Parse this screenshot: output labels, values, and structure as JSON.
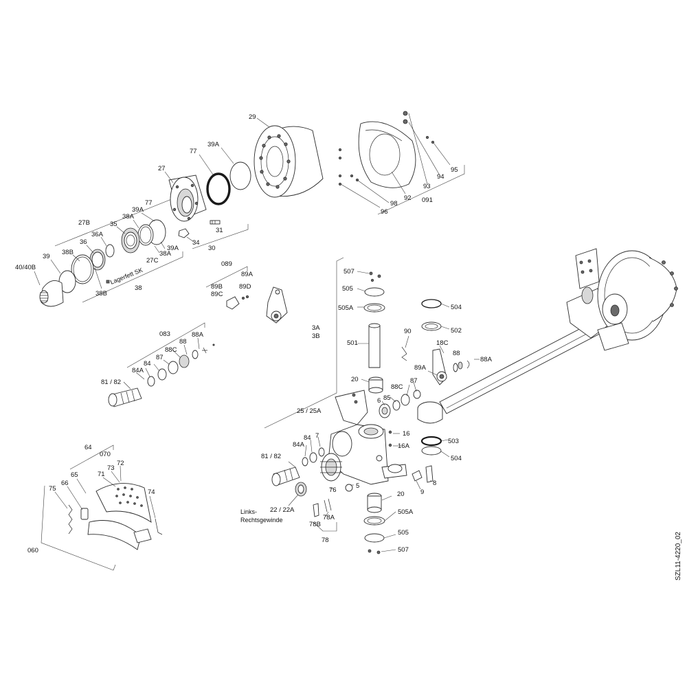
{
  "drawing": {
    "reference_code": "SZL11-4220_02",
    "notes": {
      "grease": "Lagerfett SK",
      "thread_line1": "Links-",
      "thread_line2": "Rechtsgewinde"
    }
  },
  "labels": {
    "29": "29",
    "77a": "77",
    "39A_a": "39A",
    "27": "27",
    "31": "31",
    "34": "34",
    "30": "30",
    "77b": "77",
    "39A_b": "39A",
    "38A_a": "38A",
    "35": "35",
    "27B": "27B",
    "36A": "36A",
    "36": "36",
    "38B_a": "38B",
    "39": "39",
    "40_40B": "40/40B",
    "39A_c": "39A",
    "38A_b": "38A",
    "27C": "27C",
    "38B_b": "38B",
    "38": "38",
    "95": "95",
    "94": "94",
    "93": "93",
    "92": "92",
    "091": "091",
    "98": "98",
    "96": "96",
    "089": "089",
    "89B": "89B",
    "89C": "89C",
    "89D": "89D",
    "89A_a": "89A",
    "083": "083",
    "88A_a": "88A",
    "88_a": "88",
    "88C_a": "88C",
    "87_a": "87",
    "84_a": "84",
    "84A_a": "84A",
    "81_82_a": "81 / 82",
    "507a": "507",
    "505a": "505",
    "505A_a": "505A",
    "501": "501",
    "3A": "3A",
    "3B": "3B",
    "504a": "504",
    "502": "502",
    "90": "90",
    "18C": "18C",
    "88_b": "88",
    "88A_b": "88A",
    "89A_b": "89A",
    "20a": "20",
    "6": "6",
    "85": "85",
    "88C_b": "88C",
    "87_b": "87",
    "25_25A": "25 / 25A",
    "16": "16",
    "16A": "16A",
    "503": "503",
    "504b": "504",
    "84_b": "84",
    "7": "7",
    "84A_b": "84A",
    "81_82_b": "81 / 82",
    "9": "9",
    "8": "8",
    "5": "5",
    "76": "76",
    "20b": "20",
    "22_22A": "22 / 22A",
    "78A": "78A",
    "78B": "78B",
    "78": "78",
    "505A_b": "505A",
    "505b": "505",
    "507b": "507",
    "64": "64",
    "070": "070",
    "72": "72",
    "73": "73",
    "71": "71",
    "65": "65",
    "66": "66",
    "75": "75",
    "74": "74",
    "060": "060"
  }
}
